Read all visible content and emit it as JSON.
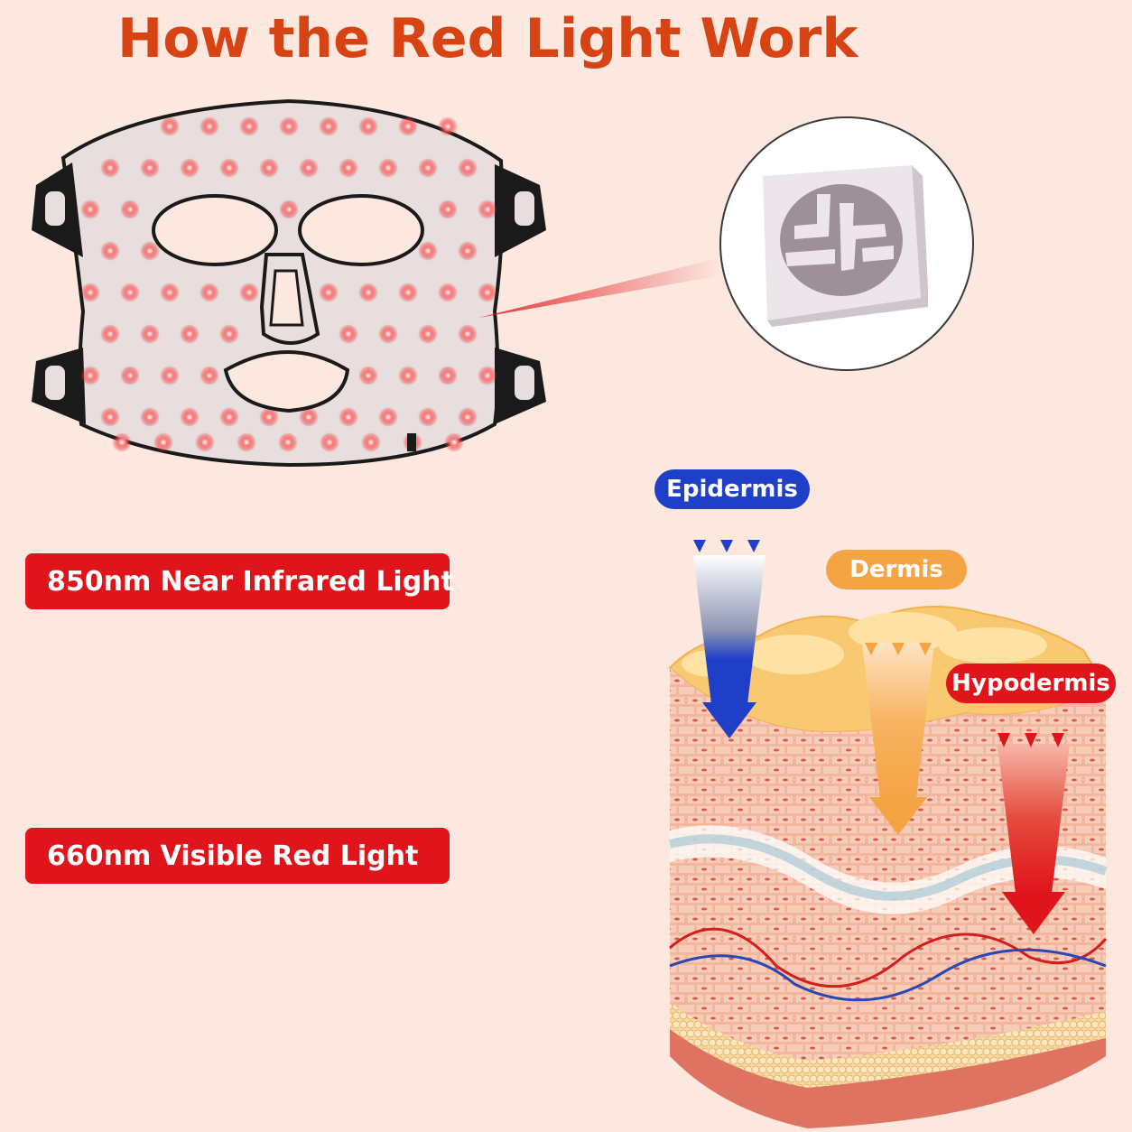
{
  "title": "How the Red Light Work",
  "wavelengths": {
    "nir": "850nm Near Infrared Light",
    "red": "660nm Visible Red Light"
  },
  "layers": {
    "epidermis": "Epidermis",
    "dermis": "Dermis",
    "hypodermis": "Hypodermis"
  },
  "colors": {
    "title": "#d84314",
    "red_label": "#e0141b",
    "epidermis": "#1f3fc8",
    "dermis": "#f5a443",
    "hypodermis": "#e0141b",
    "background": "#fce8df"
  }
}
